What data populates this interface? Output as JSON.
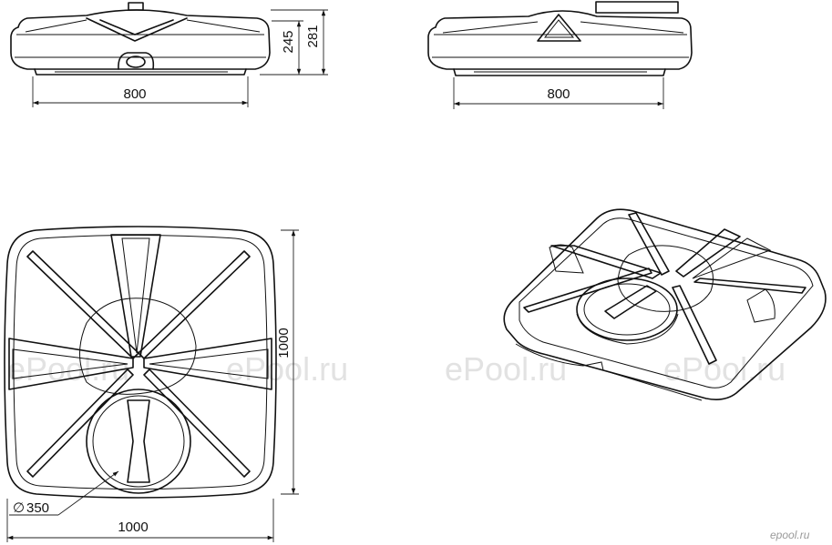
{
  "dimensions": {
    "front_width": "800",
    "side_width": "800",
    "height_body": "245",
    "height_total": "281",
    "top_width": "1000",
    "top_depth": "1000",
    "lid_diameter": "350",
    "diameter_symbol": "∅"
  },
  "watermark": "ePool.ru",
  "brand": "epool.ru",
  "colors": {
    "line": "#111111",
    "watermark": "#e2e2e2",
    "brand": "#9a9a9a"
  }
}
